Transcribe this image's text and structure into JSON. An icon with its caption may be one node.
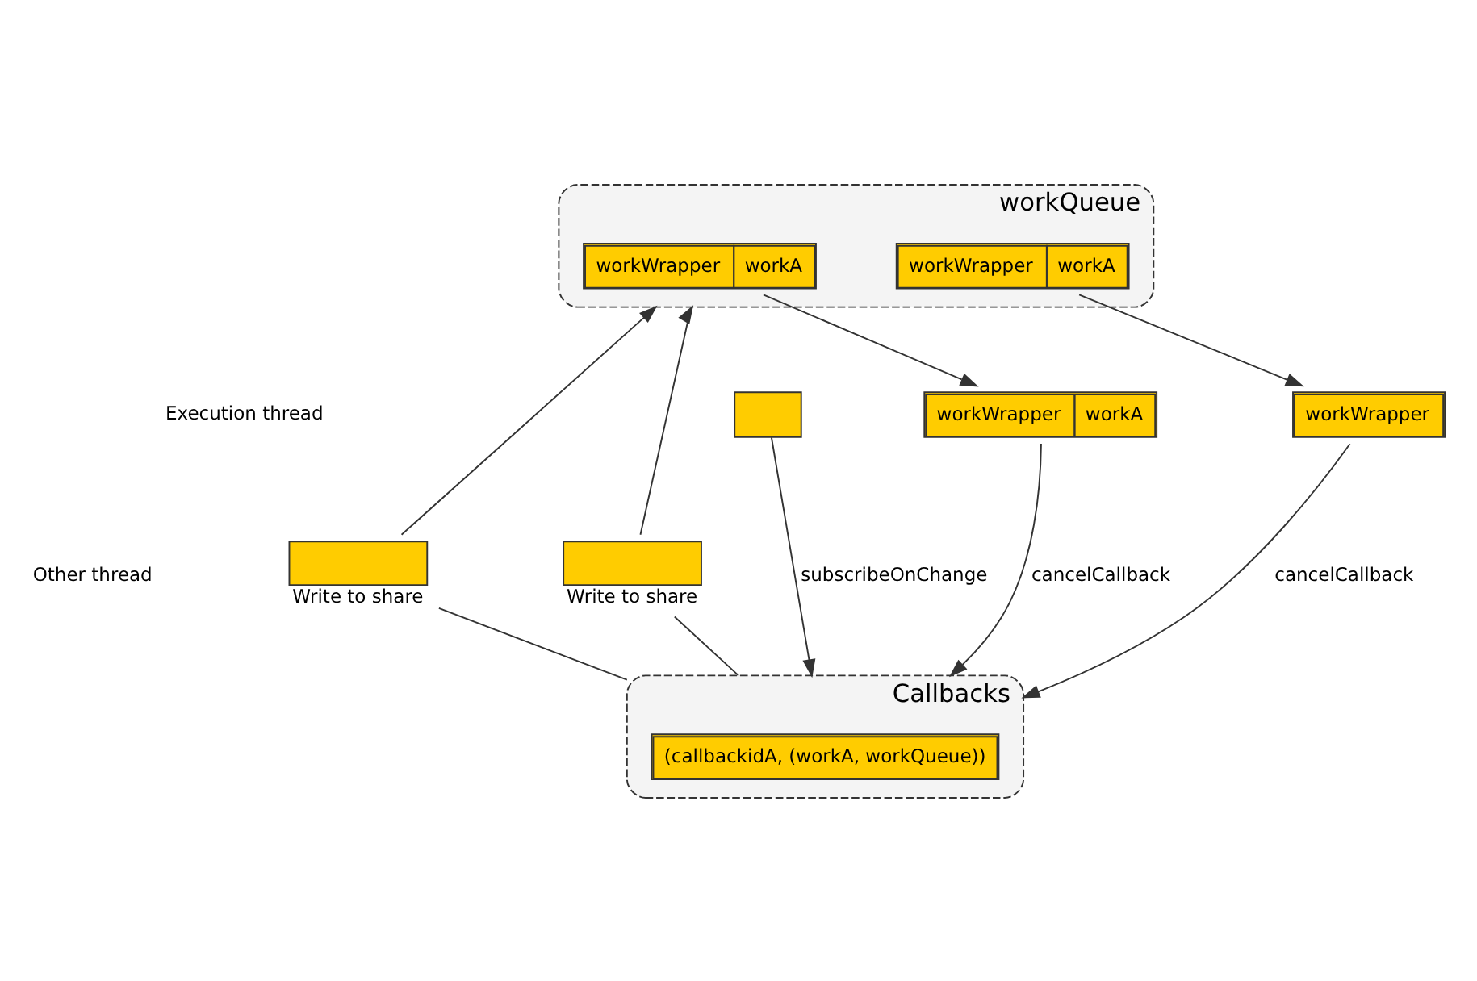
{
  "diagram": {
    "nodes": [
      {
        "text": [
          "workQueue"
        ]
      },
      {
        "text": [
          "workWrapper",
          "workA"
        ],
        "in": 0
      },
      {
        "text": [
          "workWrapper",
          "workA"
        ],
        "in": 0
      },
      {
        "text": [],
        "shape": "box"
      },
      {
        "text": [],
        "shape": "box",
        "beside": [
          "Write to share"
        ]
      },
      {
        "text": [],
        "shape": "box",
        "beside": [
          "Write to share"
        ]
      },
      {
        "text": [
          "workWrapper",
          "workA"
        ]
      },
      {
        "text": [
          "workWrapper"
        ]
      },
      {
        "text": [
          "Callbacks"
        ]
      },
      {
        "text": [
          "(callbackidA, (workA, workQueue))"
        ],
        "in": 8
      }
    ],
    "edges": [
      {
        "from": 1,
        "to": 6,
        "arrow": "to"
      },
      {
        "from": 2,
        "to": 7,
        "arrow": "to"
      },
      {
        "from": 4,
        "to": 0,
        "arrow": "to"
      },
      {
        "from": 5,
        "to": 0,
        "arrow": "to"
      },
      {
        "from": 3,
        "to": 8,
        "arrow": "to",
        "label": "subscribeOnChange"
      },
      {
        "from": 4,
        "to": 8,
        "arrow": "none"
      },
      {
        "from": 5,
        "to": 8,
        "arrow": "none"
      },
      {
        "from": 6,
        "to": 8,
        "arrow": "to",
        "label": "cancelCallback"
      },
      {
        "from": 7,
        "to": 8,
        "arrow": "to",
        "label": "cancelCallback"
      }
    ],
    "labels": [
      "Execution thread",
      "Other thread"
    ]
  }
}
